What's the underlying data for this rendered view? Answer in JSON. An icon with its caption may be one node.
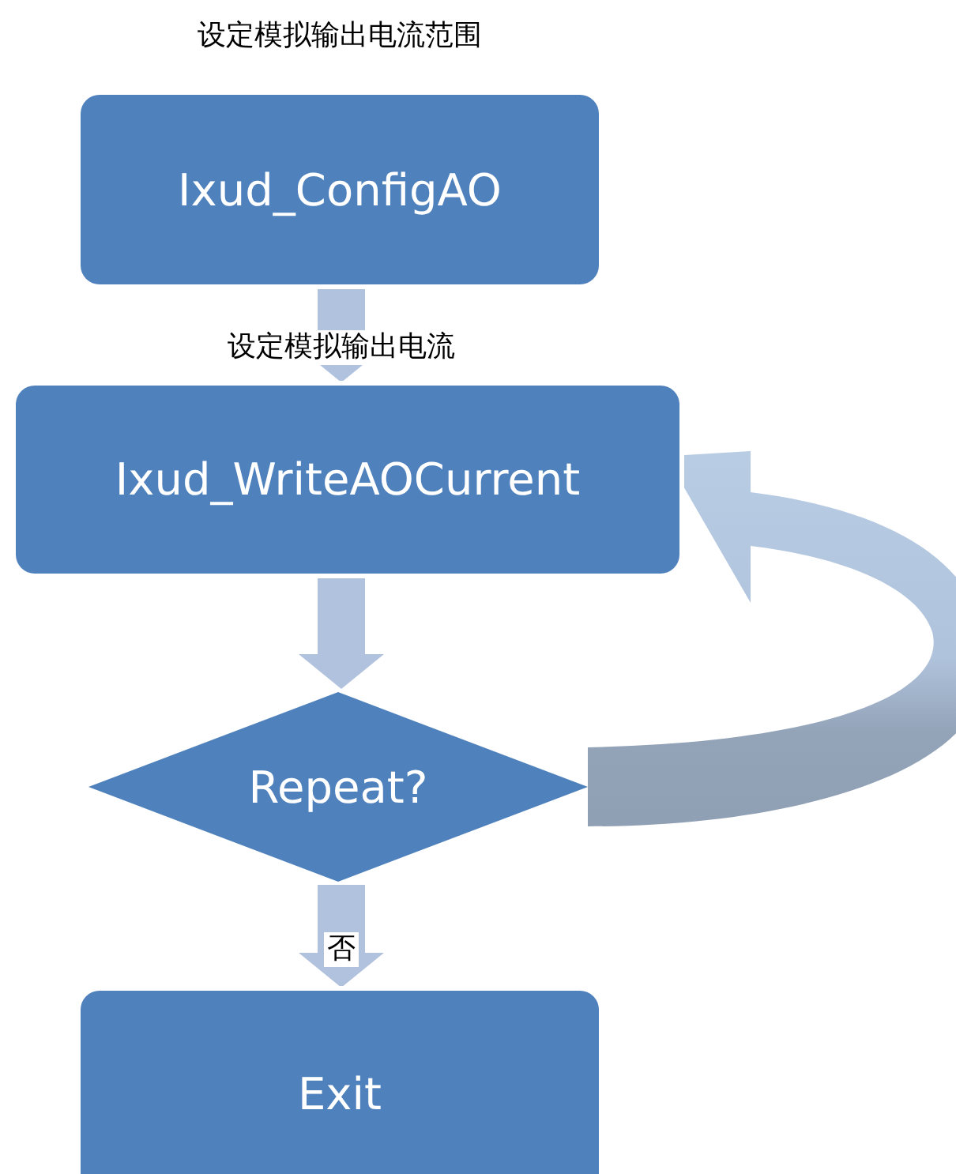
{
  "diagram": {
    "nodes": [
      {
        "text": [
          "Ixud_ConfigAO"
        ],
        "beside": [
          "设定模拟输出电流范围"
        ]
      },
      {
        "text": [
          "Ixud_WriteAOCurrent"
        ]
      },
      {
        "text": [
          "Repeat?"
        ]
      },
      {
        "text": [
          "Exit"
        ]
      }
    ],
    "edges": [
      {
        "from": 0,
        "to": 1,
        "arrow": "to",
        "label": "设定模拟输出电流"
      },
      {
        "from": 1,
        "to": 2,
        "arrow": "to"
      },
      {
        "from": 2,
        "to": 3,
        "arrow": "to",
        "label": "否"
      },
      {
        "from": 2,
        "to": 1,
        "arrow": "to"
      }
    ]
  }
}
